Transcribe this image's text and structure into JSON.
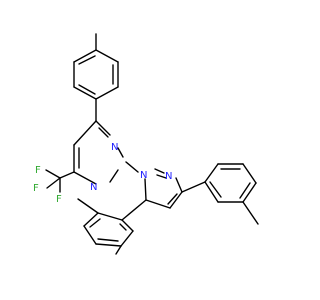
{
  "colors": {
    "bond": "#000000",
    "nitrogen": "#2020ff",
    "fluorine": "#33aa33",
    "background": "#ffffff"
  },
  "atoms": {
    "n_pyrimidine_1": "N",
    "n_pyrimidine_2": "N",
    "n_pyrazole_1": "N",
    "n_pyrazole_2": "N",
    "f_1": "F",
    "f_2": "F",
    "f_3": "F"
  }
}
